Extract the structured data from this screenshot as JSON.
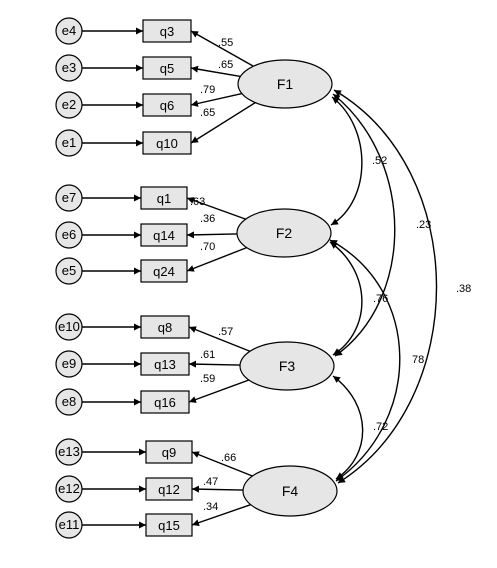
{
  "factors": [
    {
      "id": "F1",
      "label": "F1"
    },
    {
      "id": "F2",
      "label": "F2"
    },
    {
      "id": "F3",
      "label": "F3"
    },
    {
      "id": "F4",
      "label": "F4"
    }
  ],
  "items": [
    {
      "id": "q3",
      "label": "q3",
      "error": "e4",
      "factor": "F1",
      "loading": ".55"
    },
    {
      "id": "q5",
      "label": "q5",
      "error": "e3",
      "factor": "F1",
      "loading": ".65"
    },
    {
      "id": "q6",
      "label": "q6",
      "error": "e2",
      "factor": "F1",
      "loading": ".79"
    },
    {
      "id": "q10",
      "label": "q10",
      "error": "e1",
      "factor": "F1",
      "loading": ".65"
    },
    {
      "id": "q1",
      "label": "q1",
      "error": "e7",
      "factor": "F2",
      "loading": ".63"
    },
    {
      "id": "q14",
      "label": "q14",
      "error": "e6",
      "factor": "F2",
      "loading": ".36"
    },
    {
      "id": "q24",
      "label": "q24",
      "error": "e5",
      "factor": "F2",
      "loading": ".70"
    },
    {
      "id": "q8",
      "label": "q8",
      "error": "e10",
      "factor": "F3",
      "loading": ".57"
    },
    {
      "id": "q13",
      "label": "q13",
      "error": "e9",
      "factor": "F3",
      "loading": ".61"
    },
    {
      "id": "q16",
      "label": "q16",
      "error": "e8",
      "factor": "F3",
      "loading": ".59"
    },
    {
      "id": "q9",
      "label": "q9",
      "error": "e13",
      "factor": "F4",
      "loading": ".66"
    },
    {
      "id": "q12",
      "label": "q12",
      "error": "e12",
      "factor": "F4",
      "loading": ".47"
    },
    {
      "id": "q15",
      "label": "q15",
      "error": "e11",
      "factor": "F4",
      "loading": ".34"
    }
  ],
  "correlations": [
    {
      "from": "F1",
      "to": "F2",
      "value": ".52"
    },
    {
      "from": "F1",
      "to": "F3",
      "value": ".23"
    },
    {
      "from": "F1",
      "to": "F4",
      "value": ".38"
    },
    {
      "from": "F2",
      "to": "F3",
      "value": ".76"
    },
    {
      "from": "F2",
      "to": "F4",
      "value": "78"
    },
    {
      "from": "F3",
      "to": "F4",
      "value": ".72"
    }
  ],
  "colors": {
    "node_fill": "#e6e6e6",
    "stroke": "#000000"
  }
}
